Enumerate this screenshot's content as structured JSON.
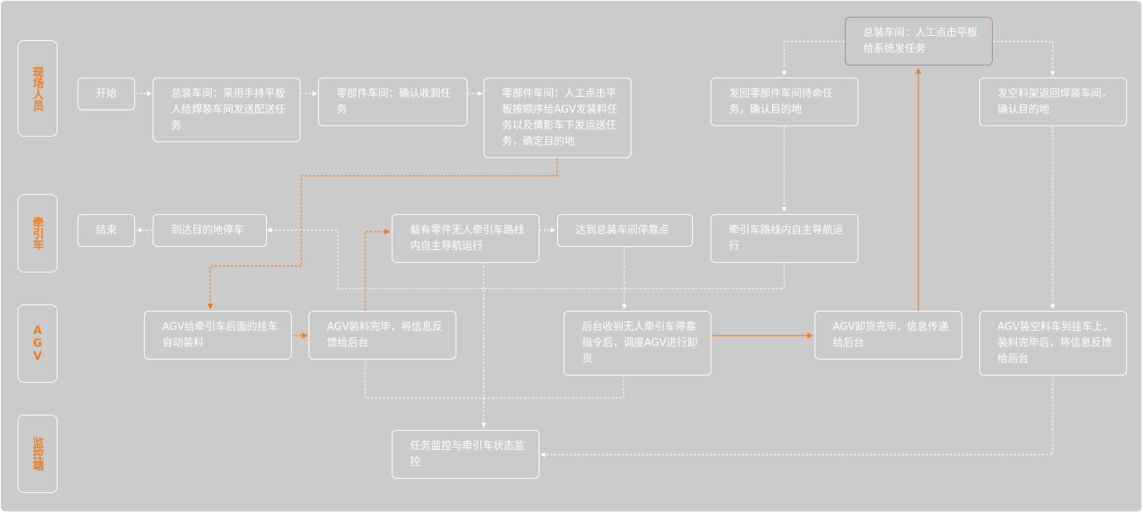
{
  "colors": {
    "background": "#cbcbcb",
    "accent": "#ee7d21",
    "line": "#ffffff"
  },
  "lanes": [
    {
      "id": "lane-staff",
      "label": "现场人员"
    },
    {
      "id": "lane-tractor",
      "label": "牵引车"
    },
    {
      "id": "lane-agv",
      "label": "AGV"
    },
    {
      "id": "lane-monitor",
      "label": "监控端"
    }
  ],
  "nodes": {
    "start": "开始",
    "n1": "总装车间：采用手持平板人给焊装车间发送配送任务",
    "n2": "零部件车间：确认收到任务",
    "n3": "零部件车间：人工点击平板按顺序给AGV发装料任务以及倩影车下发运送任务，确定目的地",
    "n4": "发回零部件车间待命任务，确认目的地",
    "n5": "总装车间：人工点击平板给系统发任务",
    "n6": "发空料架返回焊装车间，确认目的地",
    "end": "结束",
    "t1": "到达目的地停车",
    "t2": "载有零件无人牵引车路线内自主导航运行",
    "t3": "达到总装车间停靠点",
    "t4": "牵引车路线内自主导航运行",
    "a1": "AGV给牵引车后面的挂车自动装料",
    "a2": "AGV装料完毕，将信息反馈给后台",
    "a3": "后台收到无人牵引车停靠指令后，调度AGV进行卸货",
    "a4": "AGV卸货完毕，信息传递给后台",
    "a5": "AGV装空料车到挂车上，装料完毕后，将信息反馈给后台",
    "m1": "任务监控与牵引车状态监控"
  }
}
